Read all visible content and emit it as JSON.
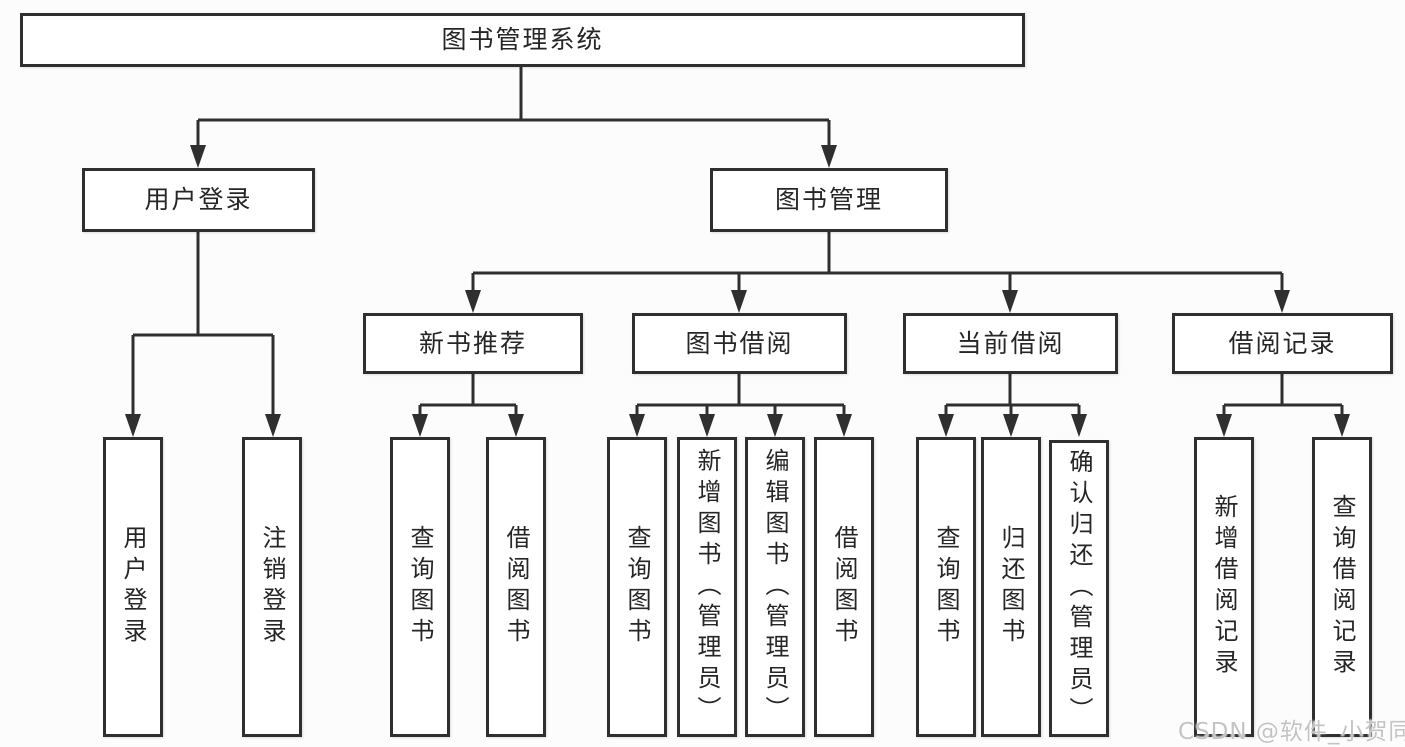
{
  "diagram": {
    "root": {
      "label": "图书管理系统"
    },
    "branches": [
      {
        "label": "用户登录",
        "children": [
          {
            "label": "用户登录"
          },
          {
            "label": "注销登录"
          }
        ]
      },
      {
        "label": "图书管理",
        "children": [
          {
            "label": "新书推荐",
            "children": [
              {
                "label": "查询图书"
              },
              {
                "label": "借阅图书"
              }
            ]
          },
          {
            "label": "图书借阅",
            "children": [
              {
                "label": "查询图书"
              },
              {
                "label": "新增图书（管理员）"
              },
              {
                "label": "编辑图书（管理员）"
              },
              {
                "label": "借阅图书"
              }
            ]
          },
          {
            "label": "当前借阅",
            "children": [
              {
                "label": "查询图书"
              },
              {
                "label": "归还图书"
              },
              {
                "label": "确认归还（管理员）"
              }
            ]
          },
          {
            "label": "借阅记录",
            "children": [
              {
                "label": "新增借阅记录"
              },
              {
                "label": "查询借阅记录"
              }
            ]
          }
        ]
      }
    ]
  },
  "watermark": {
    "text": "CSDN @软件_小贺同学"
  },
  "colors": {
    "line": "#2f2f2f",
    "text": "#262626",
    "box_background": "#ffffff",
    "page_background": "#fcfcfc",
    "watermark": "#c4c4c4"
  }
}
